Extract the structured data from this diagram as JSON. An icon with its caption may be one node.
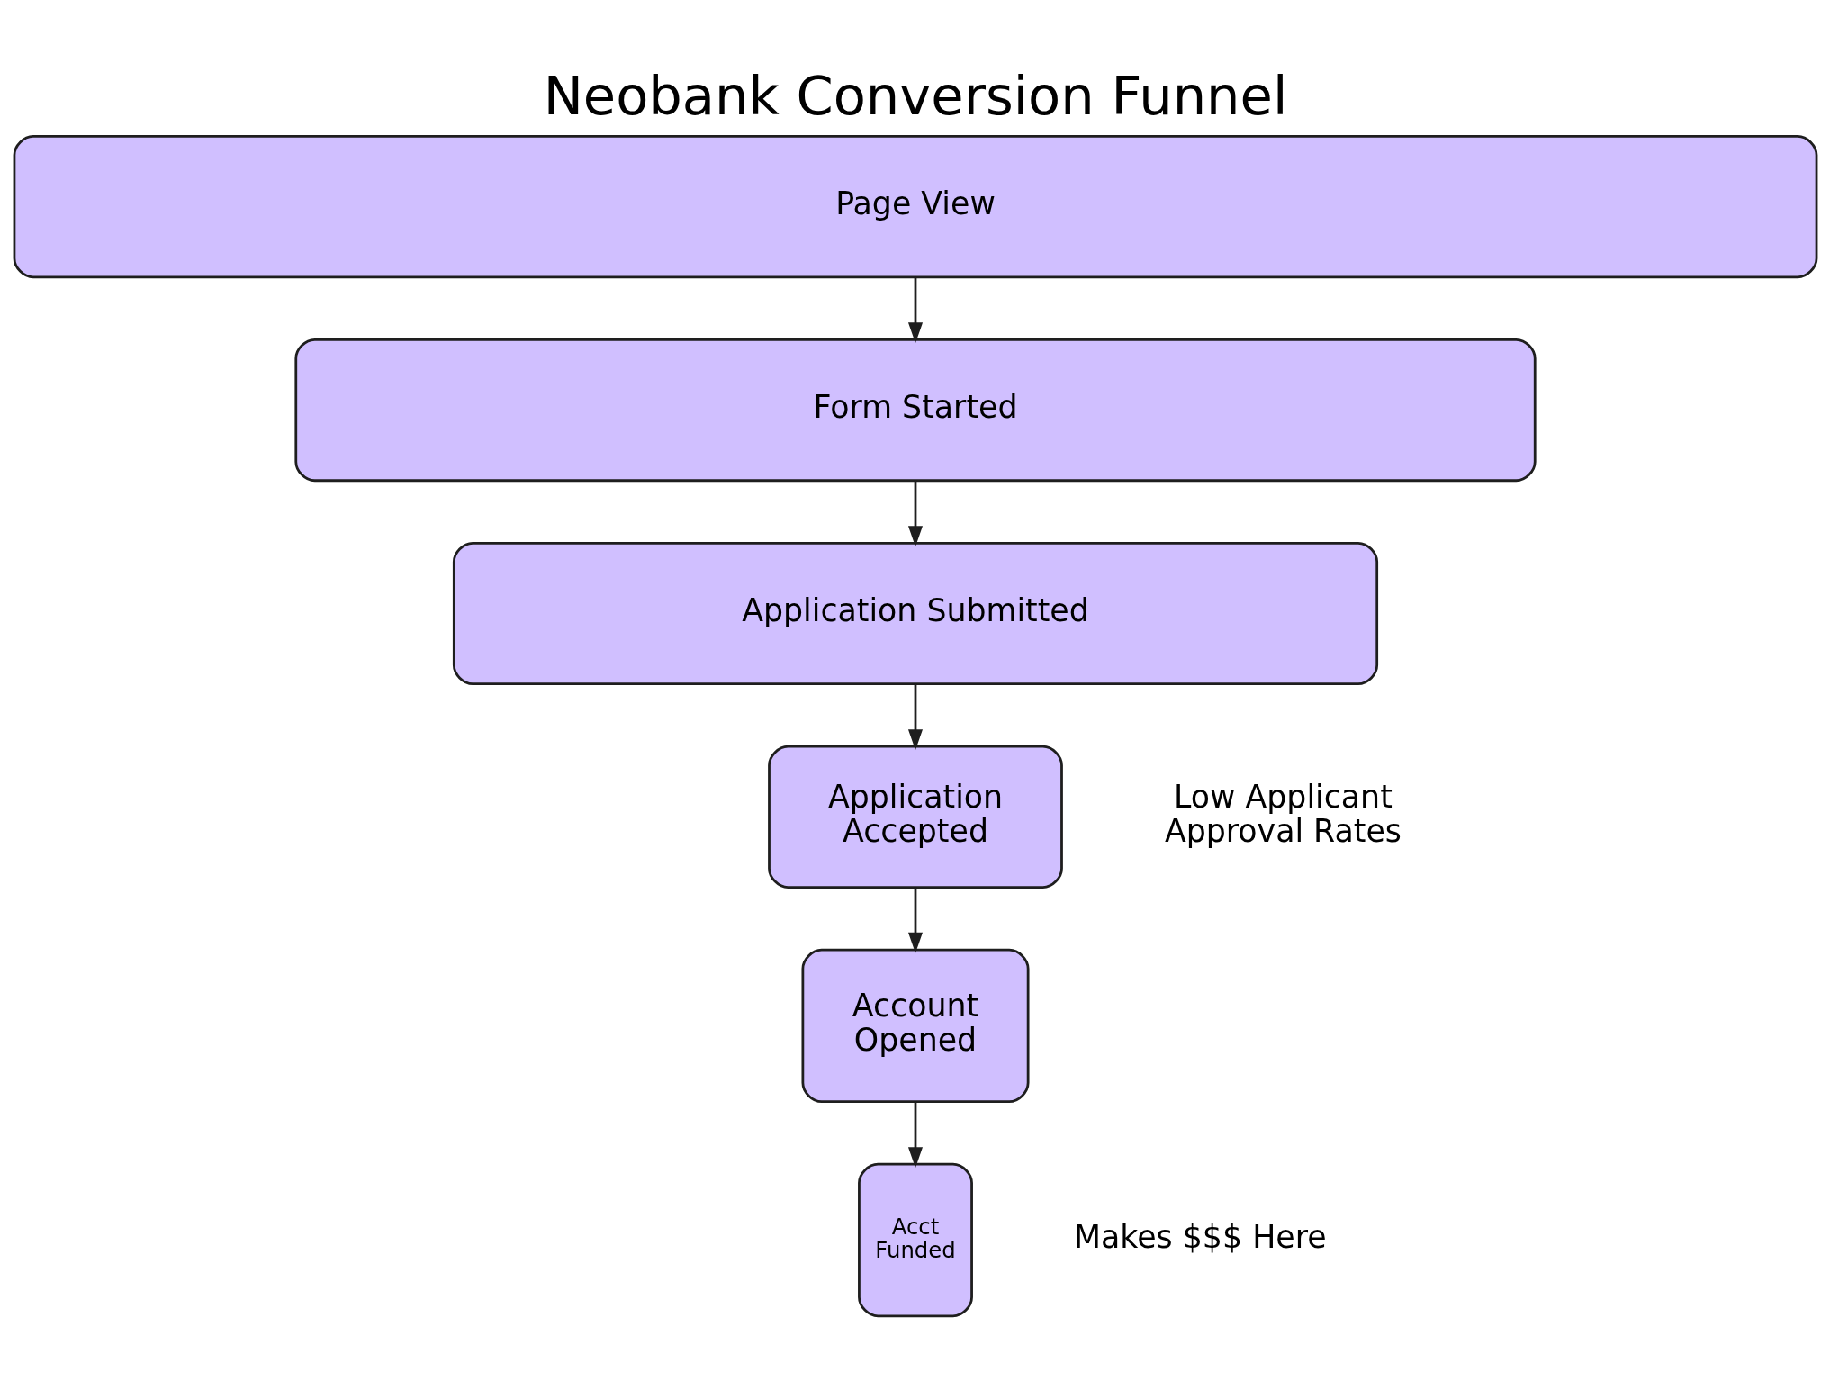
{
  "diagram": {
    "title": "Neobank Conversion Funnel",
    "nodes": [
      {
        "text": [
          "Page View"
        ]
      },
      {
        "text": [
          "Form Started"
        ]
      },
      {
        "text": [
          "Application Submitted"
        ]
      },
      {
        "text": [
          "Application Accepted"
        ],
        "beside": [
          "Low Applicant Approval Rates"
        ]
      },
      {
        "text": [
          "Account Opened"
        ]
      },
      {
        "text": [
          "Acct Funded"
        ],
        "beside": [
          "Makes $$$ Here"
        ]
      }
    ],
    "edges": [
      {
        "from": 0,
        "to": 1,
        "arrow": "to"
      },
      {
        "from": 1,
        "to": 2,
        "arrow": "to"
      },
      {
        "from": 2,
        "to": 3,
        "arrow": "to"
      },
      {
        "from": 3,
        "to": 4,
        "arrow": "to"
      },
      {
        "from": 4,
        "to": 5,
        "arrow": "to"
      }
    ]
  }
}
